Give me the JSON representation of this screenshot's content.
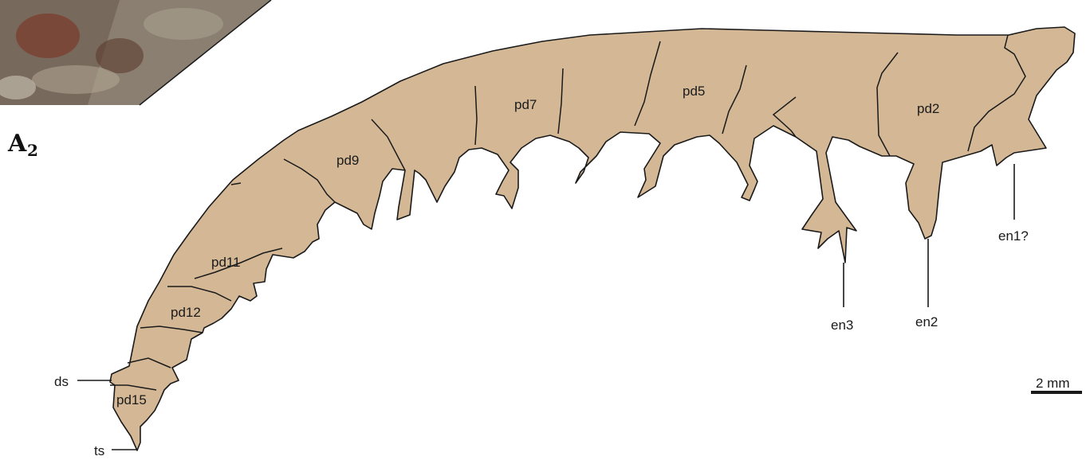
{
  "panel": {
    "letter": "A",
    "index": "2"
  },
  "colors": {
    "body_fill": "#d4b896",
    "outline": "#1a1a1a",
    "background": "#ffffff",
    "photo_inset": "#8a7f70"
  },
  "segment_labels": [
    "pd2",
    "pd5",
    "pd7",
    "pd9",
    "pd11",
    "pd12",
    "pd15"
  ],
  "callouts": {
    "en1": "en1?",
    "en2": "en2",
    "en3": "en3",
    "ds": "ds",
    "ts": "ts"
  },
  "scale_bar": {
    "label": "2 mm"
  }
}
